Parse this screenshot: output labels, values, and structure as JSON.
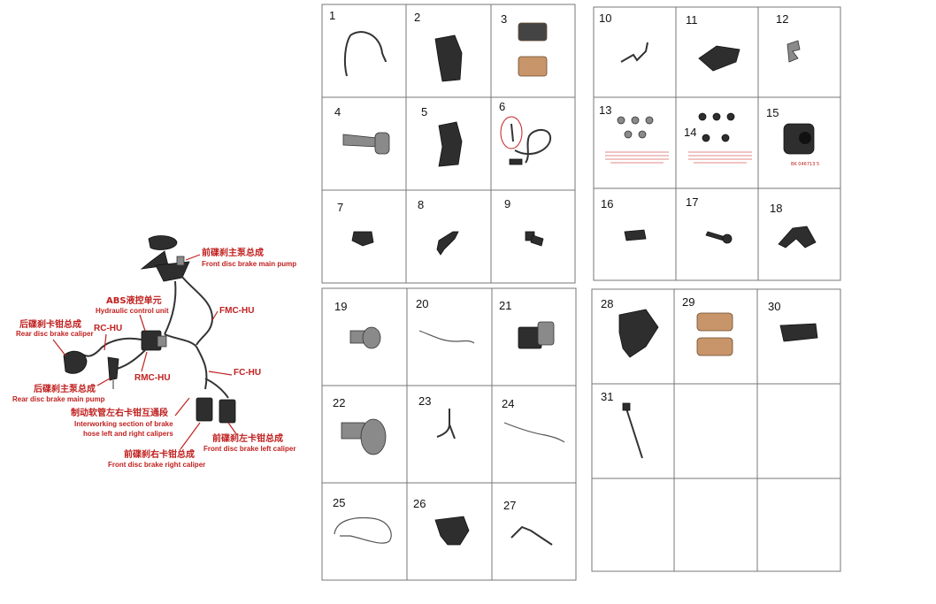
{
  "callouts": {
    "front_pump": {
      "cn": "前碟刹主泵总成",
      "en": "Front disc brake main pump"
    },
    "abs": {
      "cn": "ABS液控单元",
      "en": "Hydraulic control unit"
    },
    "rear_caliper": {
      "cn": "后碟刹卡钳总成",
      "en": "Rear disc brake caliper"
    },
    "rc_hu": "RC-HU",
    "fmc_hu": "FMC-HU",
    "rmc_hu": "RMC-HU",
    "fc_hu": "FC-HU",
    "rear_pump": {
      "cn": "后碟刹主泵总成",
      "en": "Rear disc brake main pump"
    },
    "hose": {
      "cn": "制动软管左右卡钳互通段",
      "en1": "Interworking section of brake",
      "en2": "hose left and right calipers"
    },
    "left_caliper": {
      "cn": "前碟刹左卡钳总成",
      "en": "Front disc brake left caliper"
    },
    "right_caliper": {
      "cn": "前碟刹右卡钳总成",
      "en": "Front disc brake right caliper"
    }
  },
  "parts": {
    "grid_a": [
      "1",
      "2",
      "3",
      "4",
      "5",
      "6",
      "7",
      "8",
      "9"
    ],
    "grid_b": [
      "10",
      "11",
      "12",
      "13",
      "14",
      "15",
      "16",
      "17",
      "18"
    ],
    "grid_c": [
      "19",
      "20",
      "21",
      "22",
      "23",
      "24",
      "25",
      "26",
      "27"
    ],
    "grid_d": [
      "28",
      "29",
      "30",
      "31"
    ]
  },
  "part15_code": "BK 046713 5"
}
